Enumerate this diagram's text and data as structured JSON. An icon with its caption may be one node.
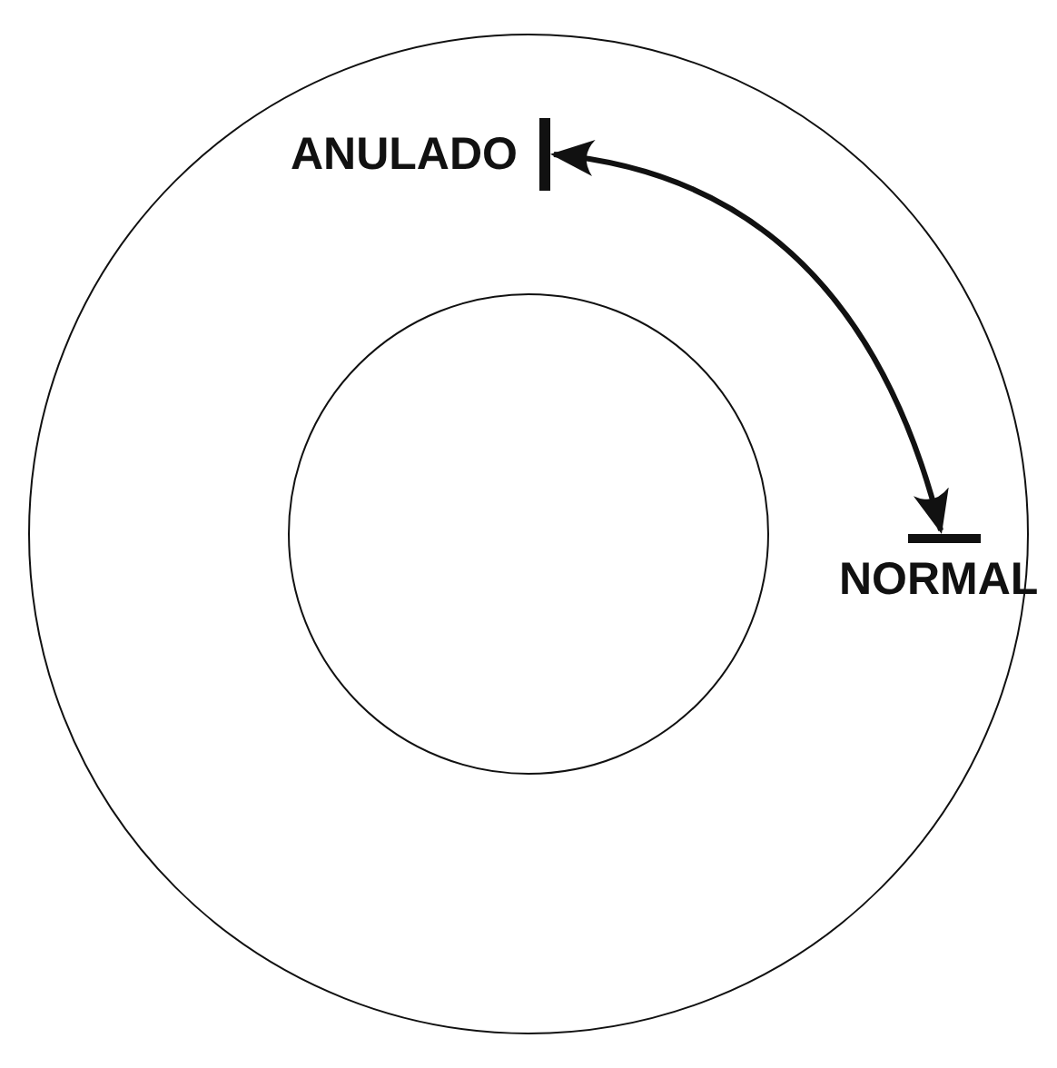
{
  "diagram": {
    "nodes": [
      {
        "text": [
          "ANULADO"
        ]
      },
      {
        "text": [
          "NORMAL"
        ]
      }
    ],
    "edges": [
      {
        "from": 0,
        "to": 1,
        "arrow": "both"
      }
    ]
  }
}
